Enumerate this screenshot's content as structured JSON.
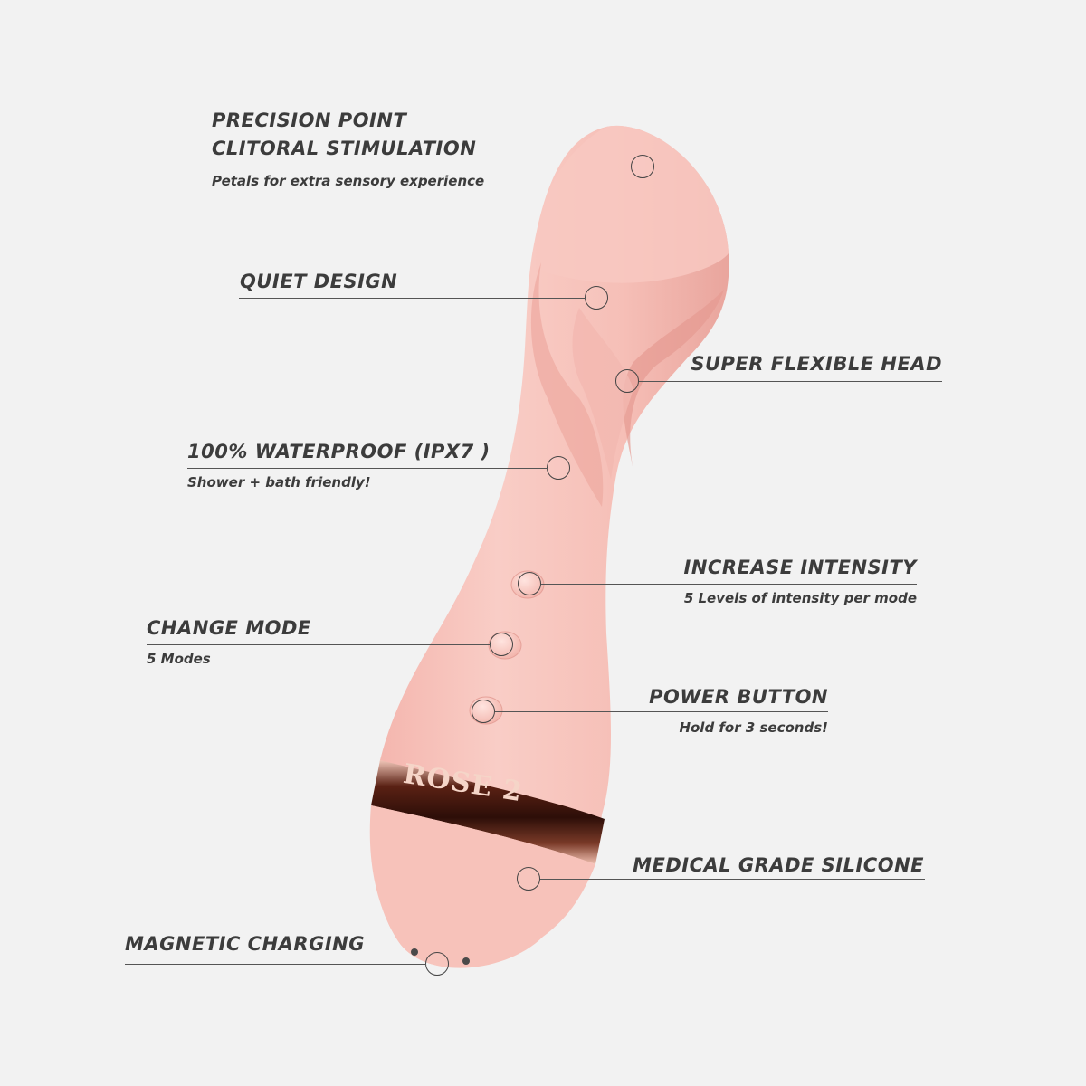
{
  "colors": {
    "background": "#f2f2f2",
    "body_pink": "#f7c3bc",
    "body_shadow": "#e7a79f",
    "band_rose_gold": "#6b2c1c",
    "text": "#3c3c3c",
    "leader_line": "#555555"
  },
  "product": {
    "brand_engraving": "ROSE 2"
  },
  "callouts": {
    "precision_point": {
      "title_line1": "PRECISION POINT",
      "title_line2": "CLITORAL STIMULATION",
      "subtitle": "Petals for extra sensory experience"
    },
    "quiet_design": {
      "title": "QUIET DESIGN"
    },
    "flexible_head": {
      "title": "SUPER FLEXIBLE HEAD"
    },
    "waterproof": {
      "title": "100% WATERPROOF (IPX7 )",
      "subtitle": "Shower + bath friendly!"
    },
    "intensity": {
      "title": "INCREASE INTENSITY",
      "subtitle": "5 Levels of intensity per mode"
    },
    "change_mode": {
      "title": "CHANGE MODE",
      "subtitle": "5 Modes"
    },
    "power_button": {
      "title": "POWER BUTTON",
      "subtitle": "Hold for 3 seconds!"
    },
    "silicone": {
      "title": "MEDICAL GRADE SILICONE"
    },
    "charging": {
      "title": "MAGNETIC CHARGING"
    }
  }
}
